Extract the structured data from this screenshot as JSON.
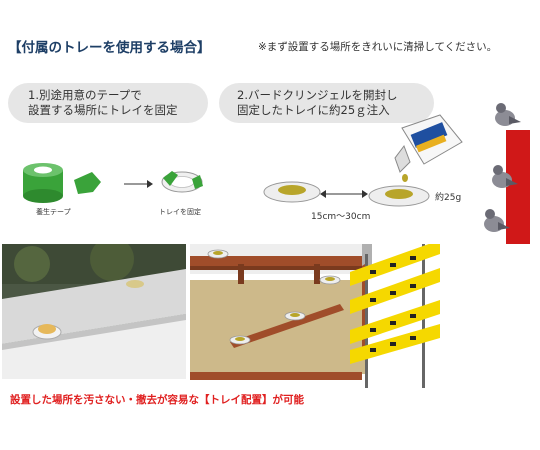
{
  "header": {
    "title": "【付属のトレーを使用する場合】",
    "note": "※まず設置する場所をきれいに清掃してください。"
  },
  "steps": [
    {
      "line1": "1.別途用意のテープで",
      "line2": "設置する場所にトレイを固定"
    },
    {
      "line1": "2.バードクリンジェルを開封し",
      "line2": "固定したトレイに約25ｇ注入"
    }
  ],
  "diagram": {
    "tape_label": "養生テープ",
    "tray_label": "トレイを固定",
    "amount_label": "約25g",
    "distance_label": "15cm～30cm"
  },
  "bottom_text": "設置した場所を汚さない・撤去が容易な【トレイ配置】が可能",
  "colors": {
    "title": "#1e3f66",
    "highlight": "#e02020",
    "tape_green": "#3aa33a",
    "gel": "#b8a52a",
    "wood": "#a04d2a",
    "warning_yellow": "#f5d800"
  }
}
